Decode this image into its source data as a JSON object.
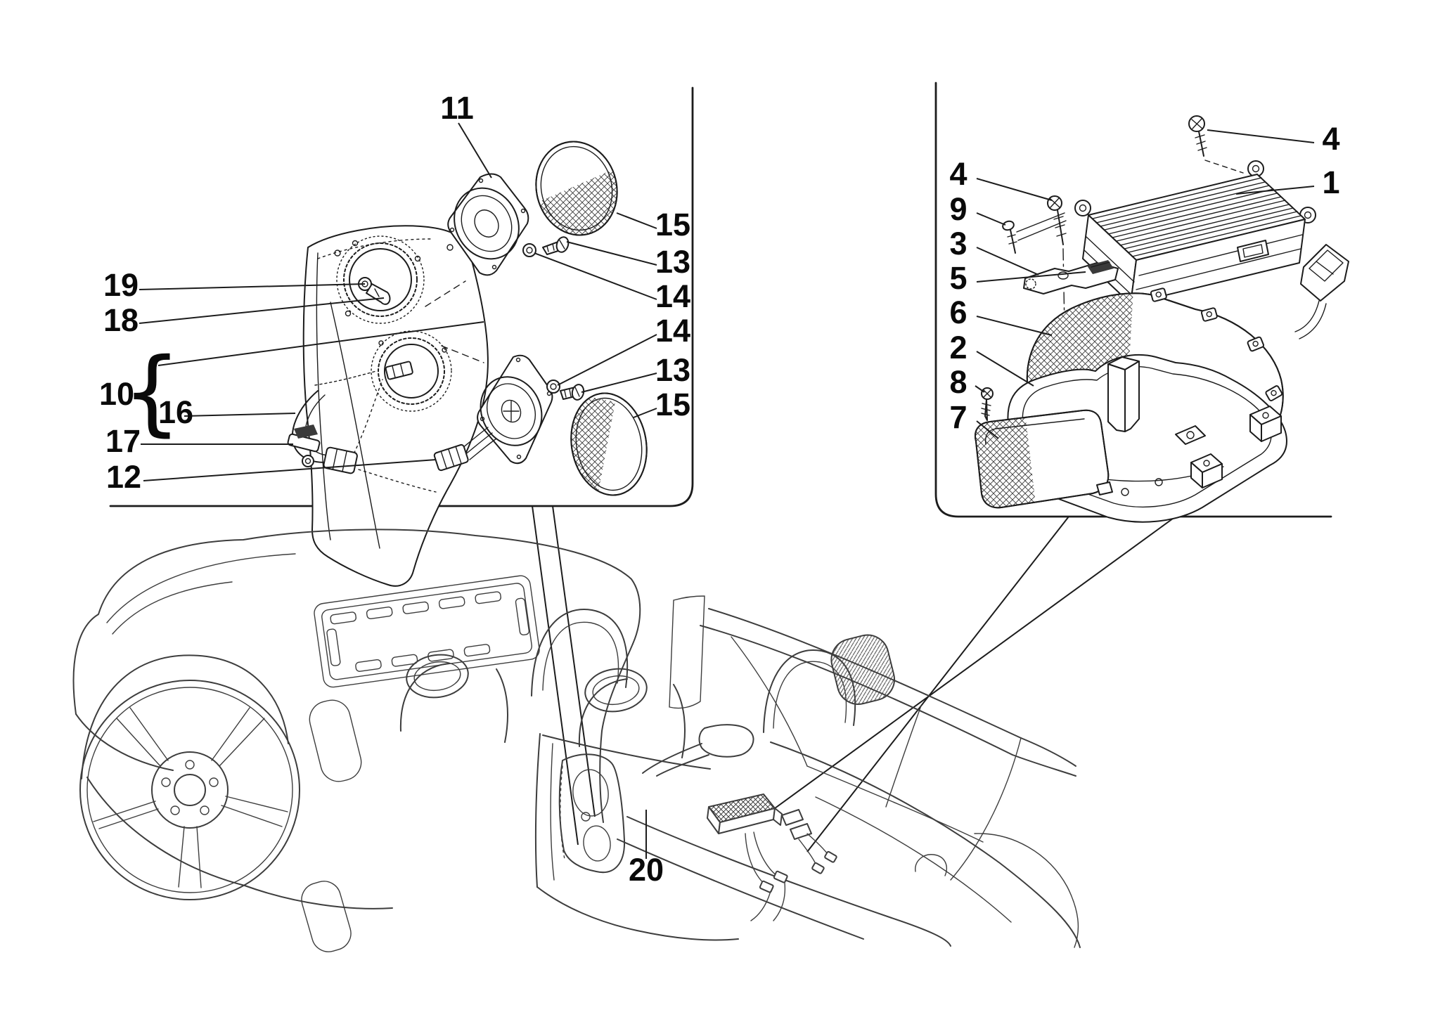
{
  "meta": {
    "background_color": "#ffffff",
    "line_color": "#1c1c1c",
    "car_line_color": "#3d3d3d"
  },
  "panels": {
    "left": {
      "callouts": {
        "n11": "11",
        "n19": "19",
        "n18": "18",
        "n10": "10",
        "n16": "16",
        "n17": "17",
        "n12": "12",
        "n15a": "15",
        "n13a": "13",
        "n14a": "14",
        "n14b": "14",
        "n13b": "13",
        "n15b": "15"
      },
      "brace": "{"
    },
    "right": {
      "callouts": {
        "n4a": "4",
        "n1": "1",
        "n4b": "4",
        "n9": "9",
        "n3": "3",
        "n5": "5",
        "n6": "6",
        "n2": "2",
        "n8": "8",
        "n7": "7"
      }
    },
    "car": {
      "callouts": {
        "n20": "20"
      }
    }
  }
}
